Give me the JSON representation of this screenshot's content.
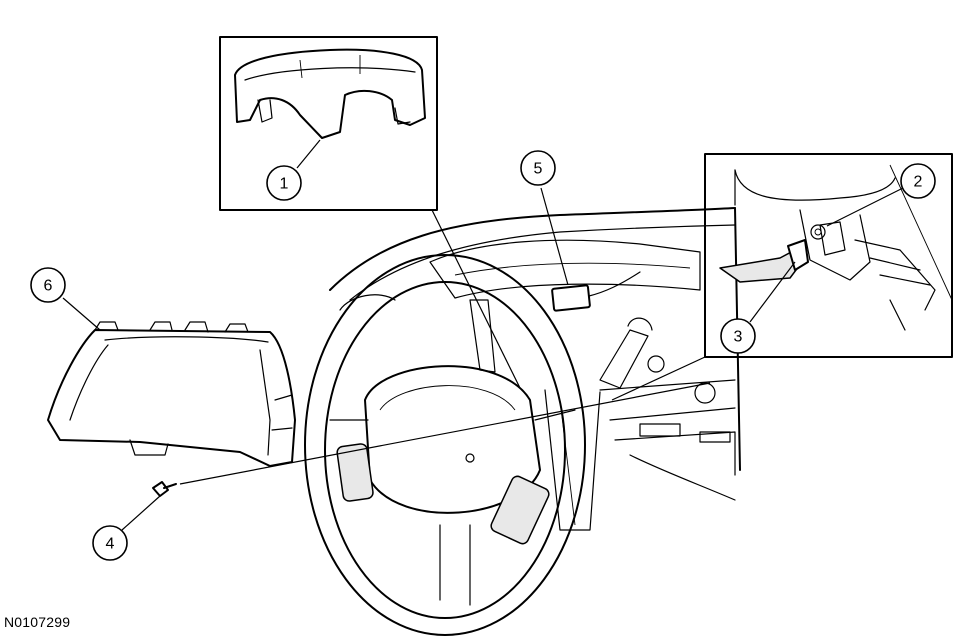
{
  "figure_id": "N0107299",
  "callouts": [
    {
      "number": "1",
      "icon": "steering-column-shroud-icon"
    },
    {
      "number": "2",
      "icon": "bolt-icon"
    },
    {
      "number": "3",
      "icon": "electrical-connector-icon"
    },
    {
      "number": "4",
      "icon": "screw-icon"
    },
    {
      "number": "5",
      "icon": "electrical-connector-icon"
    },
    {
      "number": "6",
      "icon": "instrument-cluster-icon"
    }
  ]
}
